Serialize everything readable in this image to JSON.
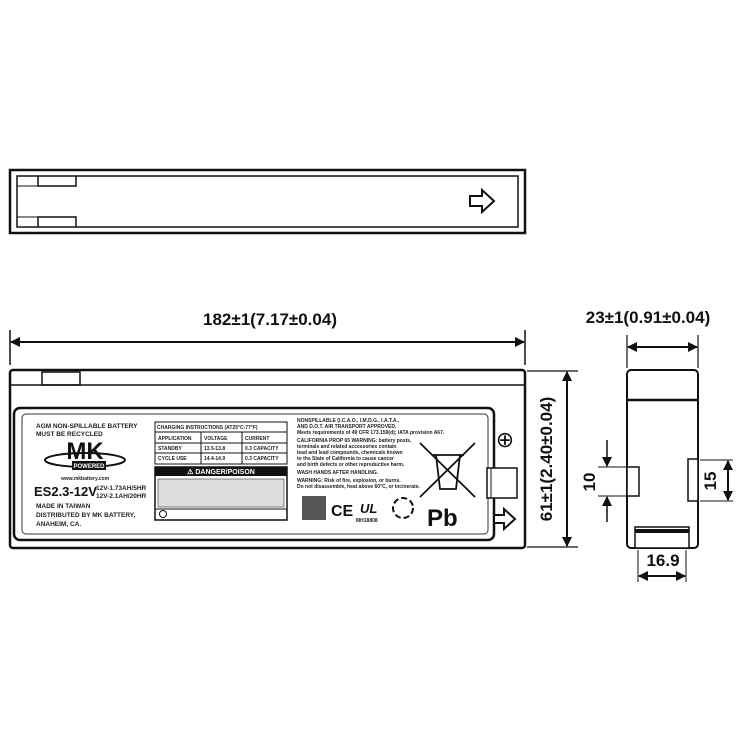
{
  "dimensions": {
    "length": "182±1(7.17±0.04)",
    "width": "23±1(0.91±0.04)",
    "height": "61±1(2.40±0.04)",
    "terminal_gap": "10",
    "terminal_height": "15",
    "terminal_width": "16.9"
  },
  "label": {
    "header_line1": "AGM NON-SPILLABLE BATTERY",
    "header_line2": "MUST BE RECYCLED",
    "brand": "MK",
    "brand_sub": "POWERED",
    "website": "www.mkbattery.com",
    "model": "ES2.3-12V",
    "rating_1": "12V-1.73AH/5HR",
    "rating_2": "12V-2.1AH/20HR",
    "made_in": "MADE IN TAIWAN",
    "distributed_1": "DISTRIBUTED BY MK BATTERY,",
    "distributed_2": "ANAHEIM, CA.",
    "charging": {
      "title": "CHARGING INSTRUCTIONS (AT25°C-77°F)",
      "headers": [
        "APPLICATION",
        "VOLTAGE",
        "CURRENT"
      ],
      "rows": [
        [
          "STANDBY",
          "13.5-13.8",
          "0.3 CAPACITY"
        ],
        [
          "CYCLE USE",
          "14.4-14.9",
          "0.3 CAPACITY"
        ]
      ]
    },
    "danger_title": "⚠ DANGER/POISON",
    "warning_lines": [
      "NONSPILLABLE (I.C.A.O., I.M.D.G., I.A.T.A.,",
      "AND D.O.T. AIR TRANSPORT APPROVED.",
      "Meets requirements of 49 CFR 173.159(d); IATA provision A67.",
      "CALIFORNIA PROP 65 WARNING: battery posts,",
      "terminals and related accessories contain",
      "lead and lead compounds, chemicals known",
      "to the State of California to cause cancer",
      "and birth defects or other reproductive harm.",
      "WASH HANDS AFTER HANDLING.",
      "WARNING: Risk of fire, explosion, or burns.",
      "Do not disassemble, heat above 60°C, or incinerate."
    ],
    "ce_mark": "CE",
    "ul_mark": "UL",
    "ul_number": "MH18808",
    "pb_mark": "Pb",
    "positive_symbol": "⊕",
    "arrow_symbol": "⇨"
  }
}
